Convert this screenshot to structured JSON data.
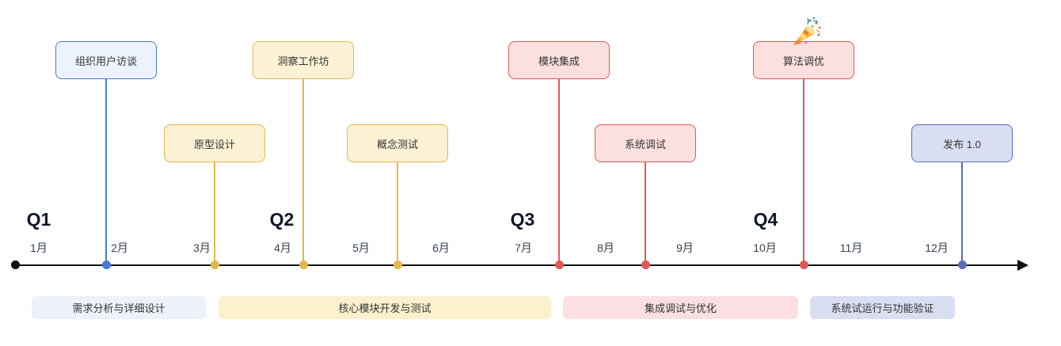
{
  "diagram": {
    "type": "timeline-roadmap",
    "quarters": [
      "Q1",
      "Q2",
      "Q3",
      "Q4"
    ],
    "months": [
      "1月",
      "2月",
      "3月",
      "4月",
      "5月",
      "6月",
      "7月",
      "8月",
      "9月",
      "10月",
      "11月",
      "12月"
    ],
    "milestones": [
      {
        "label": "组织用户访谈",
        "color": "blue"
      },
      {
        "label": "原型设计",
        "color": "yellow"
      },
      {
        "label": "洞察工作坊",
        "color": "yellow"
      },
      {
        "label": "概念测试",
        "color": "yellow"
      },
      {
        "label": "模块集成",
        "color": "red"
      },
      {
        "label": "系统调试",
        "color": "red"
      },
      {
        "label": "算法调优",
        "color": "red",
        "celebration_icon": "party-popper"
      },
      {
        "label": "发布 1.0",
        "color": "indigo"
      }
    ],
    "phases": [
      {
        "label": "需求分析与详细设计",
        "color": "#edf1fa"
      },
      {
        "label": "核心模块开发与测试",
        "color": "#fdf0cd"
      },
      {
        "label": "集成调试与优化",
        "color": "#fbdfe2"
      },
      {
        "label": "系统试运行与功能验证",
        "color": "#d9def1"
      }
    ],
    "colors": {
      "blue": "#4a7bd0",
      "yellow": "#dfb84e",
      "red": "#dd5a5a",
      "indigo": "#5d6db3",
      "axis": "#111111"
    }
  }
}
